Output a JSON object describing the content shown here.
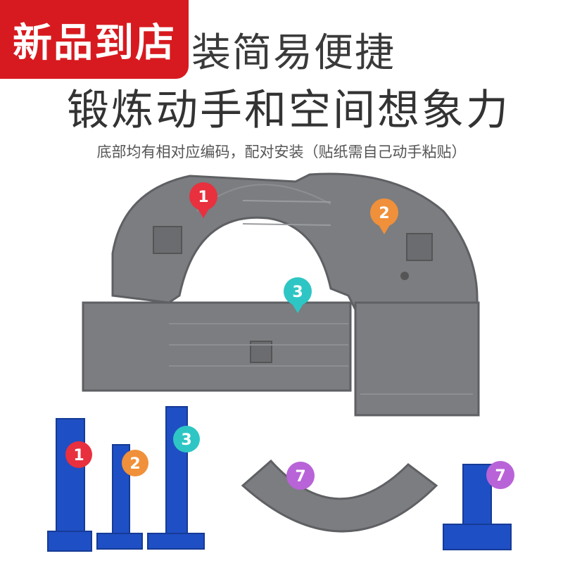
{
  "badge": {
    "text": "新品到店"
  },
  "headline": {
    "line1": "装简易便捷",
    "line2": "锻炼动手和空间想象力"
  },
  "subtitle": "底部均有相对应编码，配对安装（贴纸需自己动手粘贴）",
  "markers": [
    {
      "label": "1",
      "color": "#e8303e"
    },
    {
      "label": "2",
      "color": "#f0903a"
    },
    {
      "label": "3",
      "color": "#2ec6c4"
    },
    {
      "label": "1",
      "color": "#e8303e"
    },
    {
      "label": "2",
      "color": "#f0903a"
    },
    {
      "label": "3",
      "color": "#2ec6c4"
    },
    {
      "label": "7",
      "color": "#b863d8"
    },
    {
      "label": "7",
      "color": "#b863d8"
    }
  ],
  "colors": {
    "track_gray": "#77797c",
    "pillar_blue": "#1f4fc4",
    "badge_red": "#d71a1f"
  }
}
